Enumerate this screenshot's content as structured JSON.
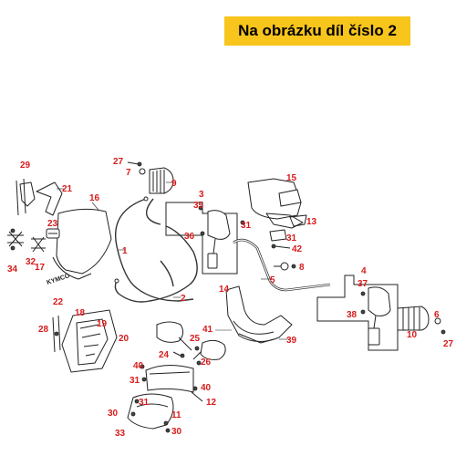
{
  "banner": {
    "text": "Na obrázku díl číslo 2"
  },
  "diagram": {
    "brand_logo": "KYMCO",
    "callouts": [
      {
        "id": "c29",
        "label": "29"
      },
      {
        "id": "c21",
        "label": "21"
      },
      {
        "id": "c16",
        "label": "16"
      },
      {
        "id": "c23",
        "label": "23"
      },
      {
        "id": "c34",
        "label": "34"
      },
      {
        "id": "c32",
        "label": "32"
      },
      {
        "id": "c17",
        "label": "17"
      },
      {
        "id": "c22",
        "label": "22"
      },
      {
        "id": "c27a",
        "label": "27"
      },
      {
        "id": "c7",
        "label": "7"
      },
      {
        "id": "c9",
        "label": "9"
      },
      {
        "id": "c3",
        "label": "3"
      },
      {
        "id": "c35",
        "label": "35"
      },
      {
        "id": "c36",
        "label": "36"
      },
      {
        "id": "c1",
        "label": "1"
      },
      {
        "id": "c2",
        "label": "2"
      },
      {
        "id": "c15",
        "label": "15"
      },
      {
        "id": "c31a",
        "label": "31"
      },
      {
        "id": "c13",
        "label": "13"
      },
      {
        "id": "c31b",
        "label": "31"
      },
      {
        "id": "c42",
        "label": "42"
      },
      {
        "id": "c8",
        "label": "8"
      },
      {
        "id": "c5",
        "label": "5"
      },
      {
        "id": "c4",
        "label": "4"
      },
      {
        "id": "c37",
        "label": "37"
      },
      {
        "id": "c38",
        "label": "38"
      },
      {
        "id": "c6",
        "label": "6"
      },
      {
        "id": "c10",
        "label": "10"
      },
      {
        "id": "c27b",
        "label": "27"
      },
      {
        "id": "c14",
        "label": "14"
      },
      {
        "id": "c41",
        "label": "41"
      },
      {
        "id": "c39",
        "label": "39"
      },
      {
        "id": "c18",
        "label": "18"
      },
      {
        "id": "c19",
        "label": "19"
      },
      {
        "id": "c28",
        "label": "28"
      },
      {
        "id": "c20",
        "label": "20"
      },
      {
        "id": "c40a",
        "label": "40"
      },
      {
        "id": "c24",
        "label": "24"
      },
      {
        "id": "c25",
        "label": "25"
      },
      {
        "id": "c26",
        "label": "26"
      },
      {
        "id": "c31c",
        "label": "31"
      },
      {
        "id": "c40b",
        "label": "40"
      },
      {
        "id": "c12",
        "label": "12"
      },
      {
        "id": "c31d",
        "label": "31"
      },
      {
        "id": "c30a",
        "label": "30"
      },
      {
        "id": "c11",
        "label": "11"
      },
      {
        "id": "c33",
        "label": "33"
      },
      {
        "id": "c30b",
        "label": "30"
      }
    ]
  }
}
